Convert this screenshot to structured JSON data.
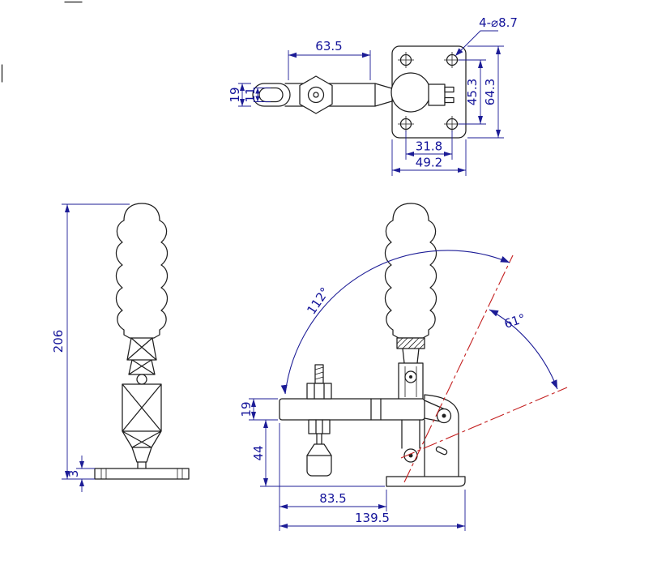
{
  "colors": {
    "outline": "#1f1f1f",
    "dimension": "#14149a",
    "centerline": "#c42020",
    "background": "#ffffff"
  },
  "top_view": {
    "hole_callout": "4-⌀8.7",
    "handle_length": "63.5",
    "arm_width": "19",
    "slot_width": "11",
    "hole_pitch_vertical": "45.3",
    "plate_height": "64.3",
    "hole_pitch_horizontal": "31.8",
    "plate_width": "49.2"
  },
  "front_view": {
    "overall_height": "206",
    "base_thickness": "3"
  },
  "side_view": {
    "opening_angle": "112°",
    "bar_open_angle": "61°",
    "bar_thickness": "19",
    "base_to_bar": "44",
    "bar_reach": "83.5",
    "overall_length": "139.5"
  }
}
